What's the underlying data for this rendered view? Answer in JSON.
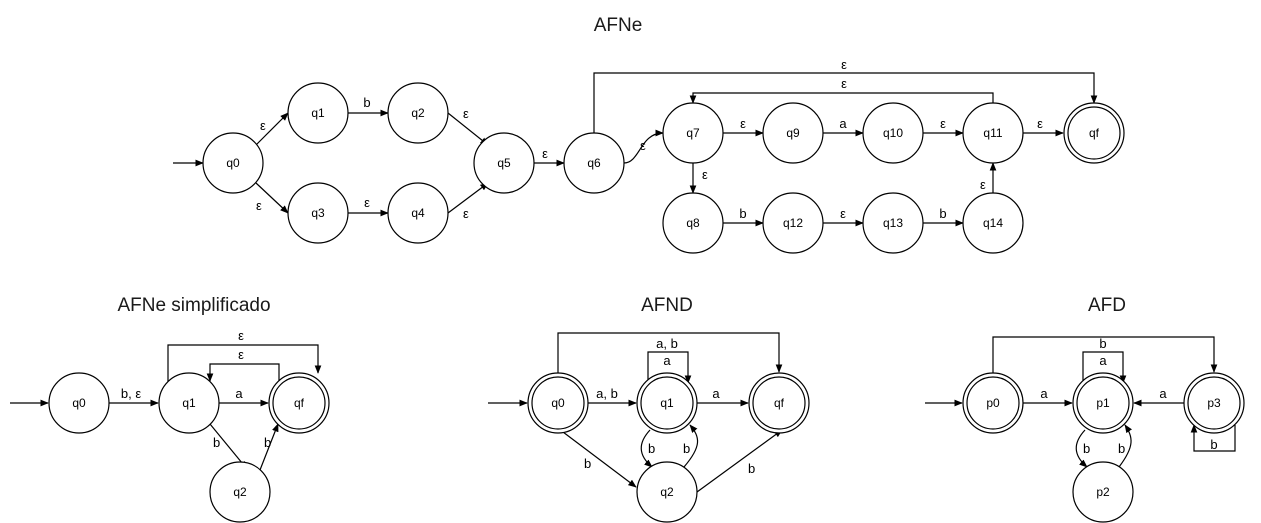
{
  "titles": {
    "afne": "AFNe",
    "afne_simplificado": "AFNe simplificado",
    "afnd": "AFND",
    "afd": "AFD"
  },
  "afne": {
    "states": [
      "q0",
      "q1",
      "q2",
      "q3",
      "q4",
      "q5",
      "q6",
      "q7",
      "q8",
      "q9",
      "q10",
      "q11",
      "q12",
      "q13",
      "q14",
      "qf"
    ],
    "initial": "q0",
    "final": [
      "qf"
    ],
    "transitions": [
      {
        "from": "q0",
        "to": "q1",
        "label": "ε"
      },
      {
        "from": "q0",
        "to": "q3",
        "label": "ε"
      },
      {
        "from": "q1",
        "to": "q2",
        "label": "b"
      },
      {
        "from": "q3",
        "to": "q4",
        "label": "ε"
      },
      {
        "from": "q2",
        "to": "q5",
        "label": "ε"
      },
      {
        "from": "q4",
        "to": "q5",
        "label": "ε"
      },
      {
        "from": "q5",
        "to": "q6",
        "label": "ε"
      },
      {
        "from": "q6",
        "to": "q7",
        "label": "ε"
      },
      {
        "from": "q6",
        "to": "qf",
        "label": "ε"
      },
      {
        "from": "q7",
        "to": "q9",
        "label": "ε"
      },
      {
        "from": "q9",
        "to": "q10",
        "label": "a"
      },
      {
        "from": "q10",
        "to": "q11",
        "label": "ε"
      },
      {
        "from": "q11",
        "to": "qf",
        "label": "ε"
      },
      {
        "from": "q11",
        "to": "q7",
        "label": "ε"
      },
      {
        "from": "q7",
        "to": "q8",
        "label": "ε"
      },
      {
        "from": "q8",
        "to": "q12",
        "label": "b"
      },
      {
        "from": "q12",
        "to": "q13",
        "label": "ε"
      },
      {
        "from": "q13",
        "to": "q14",
        "label": "b"
      },
      {
        "from": "q14",
        "to": "q11",
        "label": "ε"
      }
    ]
  },
  "afne_simplificado": {
    "states": [
      "q0",
      "q1",
      "qf",
      "q2"
    ],
    "initial": "q0",
    "final": [
      "qf"
    ],
    "transitions": [
      {
        "from": "q0",
        "to": "q1",
        "label": "b, ε"
      },
      {
        "from": "q1",
        "to": "qf",
        "label": "a"
      },
      {
        "from": "q1",
        "to": "q2",
        "label": "b"
      },
      {
        "from": "q2",
        "to": "qf",
        "label": "b"
      },
      {
        "from": "q1",
        "to": "qf",
        "label": "ε"
      },
      {
        "from": "qf",
        "to": "q1",
        "label": "ε"
      }
    ]
  },
  "afnd": {
    "states": [
      "q0",
      "q1",
      "qf",
      "q2"
    ],
    "initial": "q0",
    "final": [
      "q0",
      "q1",
      "qf"
    ],
    "transitions": [
      {
        "from": "q0",
        "to": "q1",
        "label": "a, b"
      },
      {
        "from": "q0",
        "to": "qf",
        "label": "a, b"
      },
      {
        "from": "q1",
        "to": "q1",
        "label": "a"
      },
      {
        "from": "q1",
        "to": "qf",
        "label": "a"
      },
      {
        "from": "q0",
        "to": "q2",
        "label": "b"
      },
      {
        "from": "q1",
        "to": "q2",
        "label": "b"
      },
      {
        "from": "q2",
        "to": "q1",
        "label": "b"
      },
      {
        "from": "q2",
        "to": "qf",
        "label": "b"
      }
    ]
  },
  "afd": {
    "states": [
      "p0",
      "p1",
      "p3",
      "p2"
    ],
    "initial": "p0",
    "final": [
      "p0",
      "p1",
      "p3"
    ],
    "transitions": [
      {
        "from": "p0",
        "to": "p1",
        "label": "a"
      },
      {
        "from": "p0",
        "to": "p3",
        "label": "b"
      },
      {
        "from": "p1",
        "to": "p1",
        "label": "a"
      },
      {
        "from": "p3",
        "to": "p1",
        "label": "a"
      },
      {
        "from": "p3",
        "to": "p3",
        "label": "b"
      },
      {
        "from": "p1",
        "to": "p2",
        "label": "b"
      },
      {
        "from": "p2",
        "to": "p1",
        "label": "b"
      }
    ]
  }
}
